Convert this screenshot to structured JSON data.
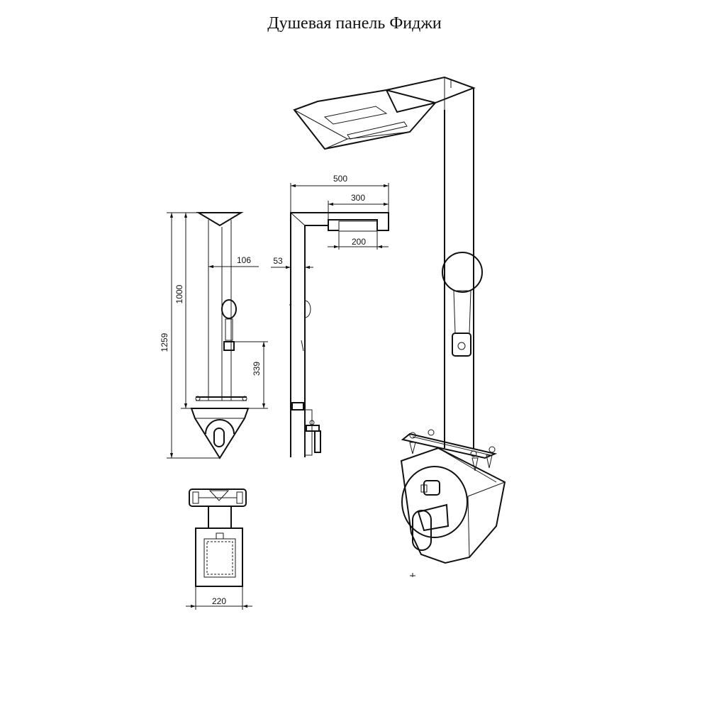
{
  "title": "Душевая панель Фиджи",
  "dimensions": {
    "d500": "500",
    "d300": "300",
    "d200": "200",
    "d53": "53",
    "d106": "106",
    "d1000": "1000",
    "d1259": "1259",
    "d339": "339",
    "d220": "220"
  }
}
